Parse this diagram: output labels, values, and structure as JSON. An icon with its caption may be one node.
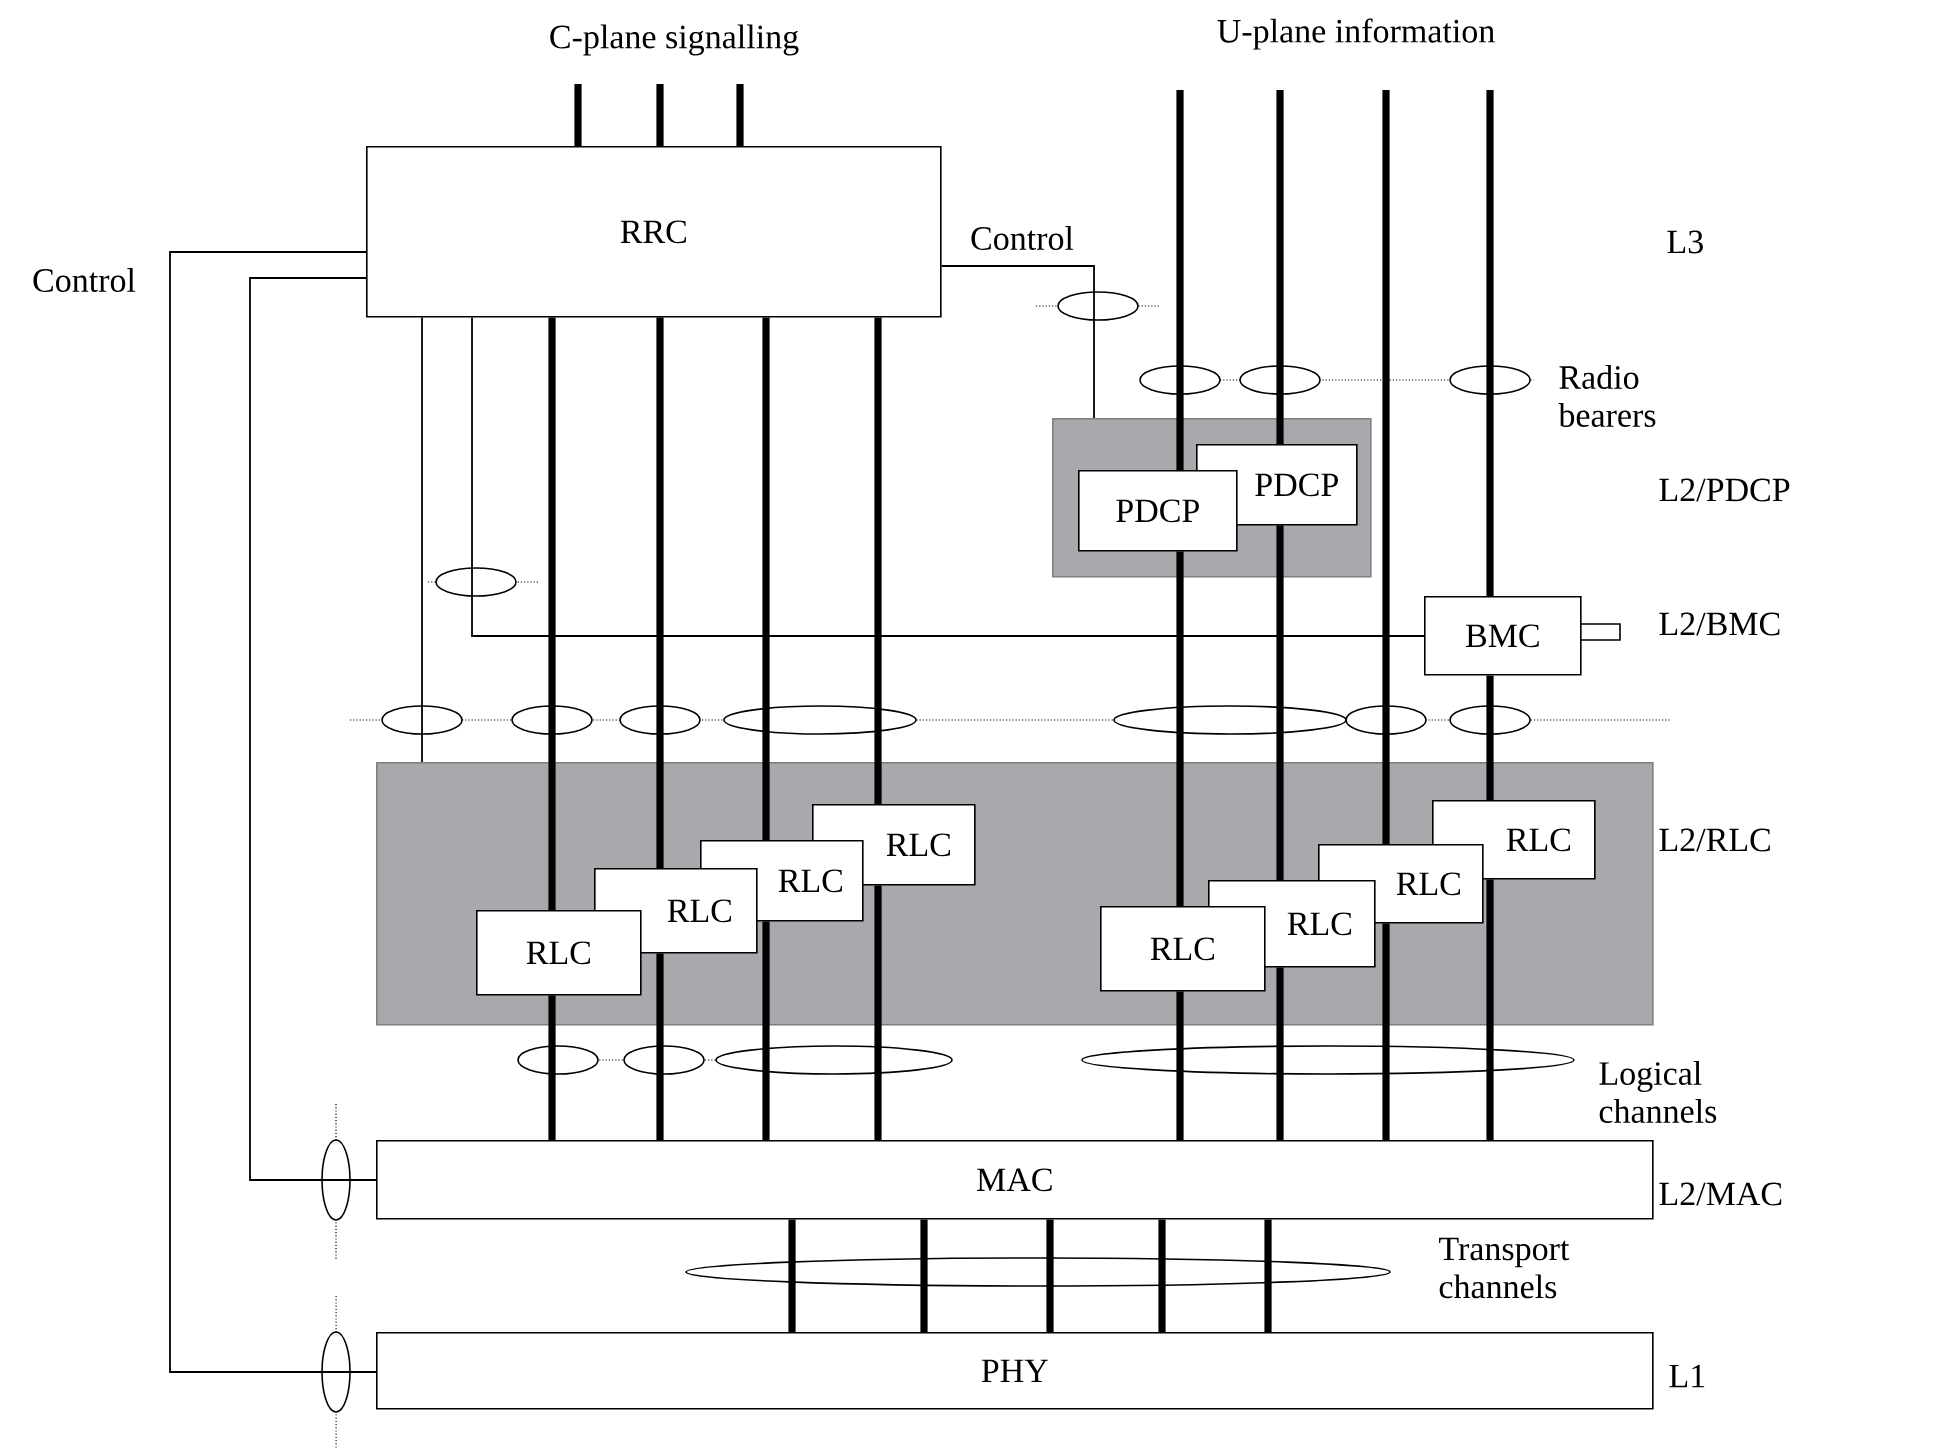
{
  "diagram": {
    "nodes": [
      {
        "text": [
          "RRC"
        ]
      },
      {
        "text": [],
        "shape": "box"
      },
      {
        "text": [
          "PDCP"
        ],
        "in": 1
      },
      {
        "text": [
          "PDCP"
        ],
        "in": 1
      },
      {
        "text": [
          "BMC"
        ]
      },
      {
        "text": [],
        "shape": "box"
      },
      {
        "text": [
          "RLC"
        ],
        "in": 5
      },
      {
        "text": [
          "RLC"
        ],
        "in": 5
      },
      {
        "text": [
          "RLC"
        ],
        "in": 5
      },
      {
        "text": [
          "RLC"
        ],
        "in": 5
      },
      {
        "text": [
          "RLC"
        ],
        "in": 5
      },
      {
        "text": [
          "RLC"
        ],
        "in": 5
      },
      {
        "text": [
          "RLC"
        ],
        "in": 5
      },
      {
        "text": [
          "RLC"
        ],
        "in": 5
      },
      {
        "text": [
          "MAC"
        ]
      },
      {
        "text": [
          "PHY"
        ]
      }
    ],
    "edges": [
      {
        "from": null,
        "to": 0,
        "arrow": "none"
      },
      {
        "from": null,
        "to": 0,
        "arrow": "none"
      },
      {
        "from": null,
        "to": 0,
        "arrow": "none"
      },
      {
        "from": 0,
        "to": 15,
        "arrow": "none",
        "label": "Control"
      },
      {
        "from": 0,
        "to": 14,
        "arrow": "none"
      },
      {
        "from": 0,
        "to": 5,
        "arrow": "none"
      },
      {
        "from": 0,
        "to": 4,
        "arrow": "none"
      },
      {
        "from": 0,
        "to": 1,
        "arrow": "none",
        "label": "Control"
      },
      {
        "from": 0,
        "to": 6,
        "arrow": "none"
      },
      {
        "from": 0,
        "to": 7,
        "arrow": "none"
      },
      {
        "from": 0,
        "to": 8,
        "arrow": "none"
      },
      {
        "from": 0,
        "to": 9,
        "arrow": "none"
      },
      {
        "from": null,
        "to": 2,
        "arrow": "none"
      },
      {
        "from": null,
        "to": 3,
        "arrow": "none"
      },
      {
        "from": null,
        "to": 12,
        "arrow": "none"
      },
      {
        "from": null,
        "to": 4,
        "arrow": "none"
      },
      {
        "from": 2,
        "to": 10,
        "arrow": "none"
      },
      {
        "from": 3,
        "to": 11,
        "arrow": "none"
      },
      {
        "from": 4,
        "to": 13,
        "arrow": "none"
      },
      {
        "from": 6,
        "to": 14,
        "arrow": "none"
      },
      {
        "from": 7,
        "to": 14,
        "arrow": "none"
      },
      {
        "from": 8,
        "to": 14,
        "arrow": "none"
      },
      {
        "from": 9,
        "to": 14,
        "arrow": "none"
      },
      {
        "from": 10,
        "to": 14,
        "arrow": "none"
      },
      {
        "from": 11,
        "to": 14,
        "arrow": "none"
      },
      {
        "from": 12,
        "to": 14,
        "arrow": "none"
      },
      {
        "from": 13,
        "to": 14,
        "arrow": "none"
      },
      {
        "from": 14,
        "to": 15,
        "arrow": "none"
      },
      {
        "from": 14,
        "to": 15,
        "arrow": "none"
      },
      {
        "from": 14,
        "to": 15,
        "arrow": "none"
      },
      {
        "from": 14,
        "to": 15,
        "arrow": "none"
      },
      {
        "from": 14,
        "to": 15,
        "arrow": "none"
      }
    ],
    "labels": [
      "C-plane signalling",
      "U-plane information",
      "L3",
      "Radio bearers",
      "L2/PDCP",
      "L2/BMC",
      "L2/RLC",
      "Logical channels",
      "L2/MAC",
      "Transport channels",
      "L1"
    ]
  }
}
